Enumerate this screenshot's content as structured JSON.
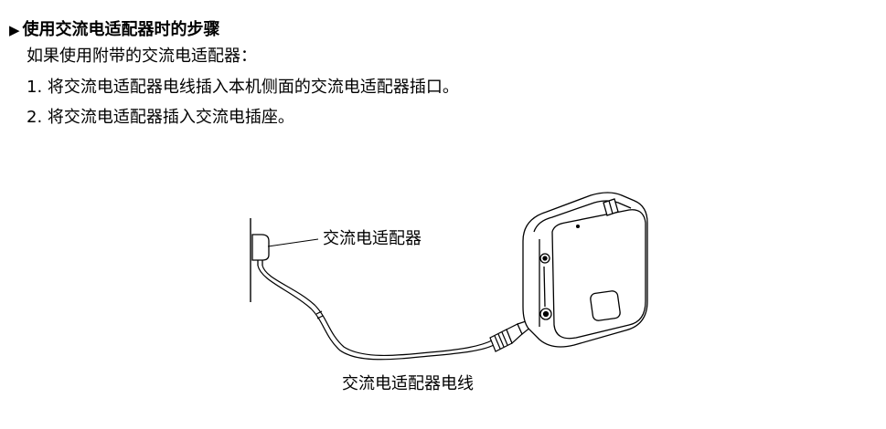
{
  "section": {
    "marker": "▶",
    "title": "使用交流电适配器时的步骤"
  },
  "intro": "如果使用附带的交流电适配器：",
  "steps": [
    "1. 将交流电适配器电线插入本机侧面的交流电适配器插口。",
    "2. 将交流电适配器插入交流电插座。"
  ],
  "illustration": {
    "adapter_label": "交流电适配器",
    "cord_label": "交流电适配器电线"
  }
}
